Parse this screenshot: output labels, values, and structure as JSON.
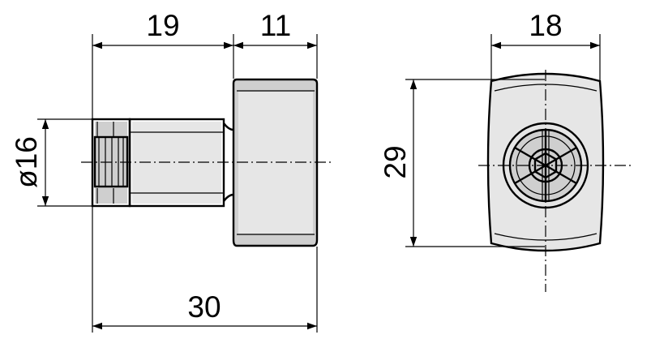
{
  "dimensions": {
    "shank_length": "19",
    "head_width": "11",
    "total_length": "30",
    "diameter": "ø16",
    "side_width": "18",
    "side_height": "29"
  }
}
